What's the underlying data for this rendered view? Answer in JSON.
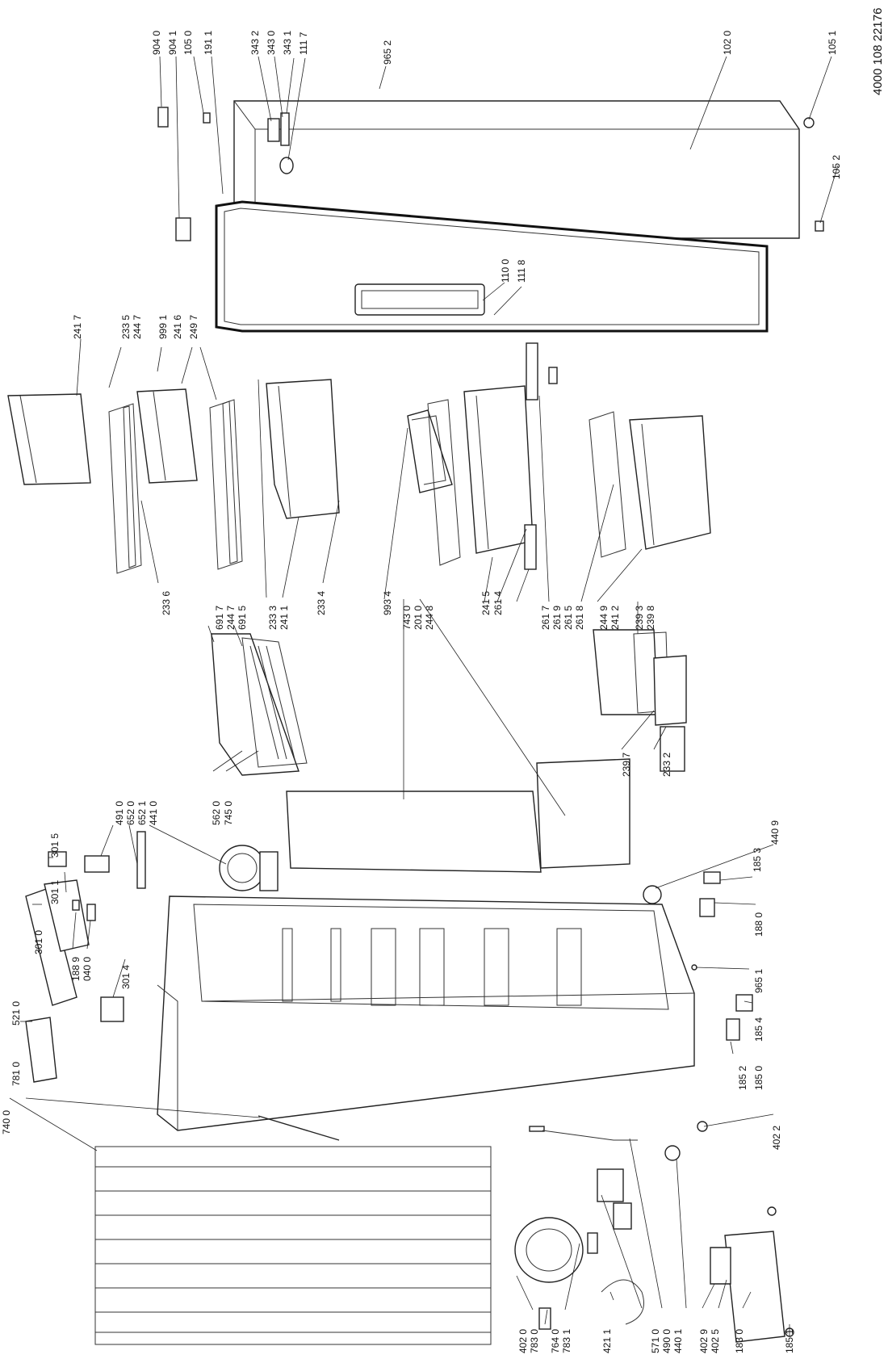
{
  "document_id": "4000 108 22176",
  "callouts": [
    "904 0",
    "904 1",
    "105 0",
    "191 1",
    "343 2",
    "343 0",
    "343 1",
    "111 7",
    "965 2",
    "102 0",
    "105 1",
    "105 2",
    "110 0",
    "111 8",
    "241 7",
    "233 5",
    "244 7",
    "999 1",
    "241 6",
    "249 7",
    "233 6",
    "691 7",
    "244 7",
    "691 5",
    "233 3",
    "241 1",
    "233 4",
    "993 4",
    "743 0",
    "201 0",
    "244 8",
    "241 5",
    "261 4",
    "261 7",
    "261 9",
    "261 5",
    "261 8",
    "244 9",
    "241 2",
    "239 3",
    "239 8",
    "239 7",
    "233 2",
    "562 0",
    "745 0",
    "491 0",
    "652 0",
    "652 1",
    "441 0",
    "440 9",
    "185 3",
    "188 0",
    "965 1",
    "185 4",
    "185 0",
    "185 2",
    "301 5",
    "301 1",
    "301 0",
    "188 9",
    "040 0",
    "301 4",
    "521 0",
    "781 0",
    "740 0",
    "402 2",
    "402 0",
    "783 0",
    "764 0",
    "783 1",
    "421 1",
    "571 0",
    "490 0",
    "440 1",
    "402 9",
    "402 5",
    "183 0",
    "185 1"
  ]
}
